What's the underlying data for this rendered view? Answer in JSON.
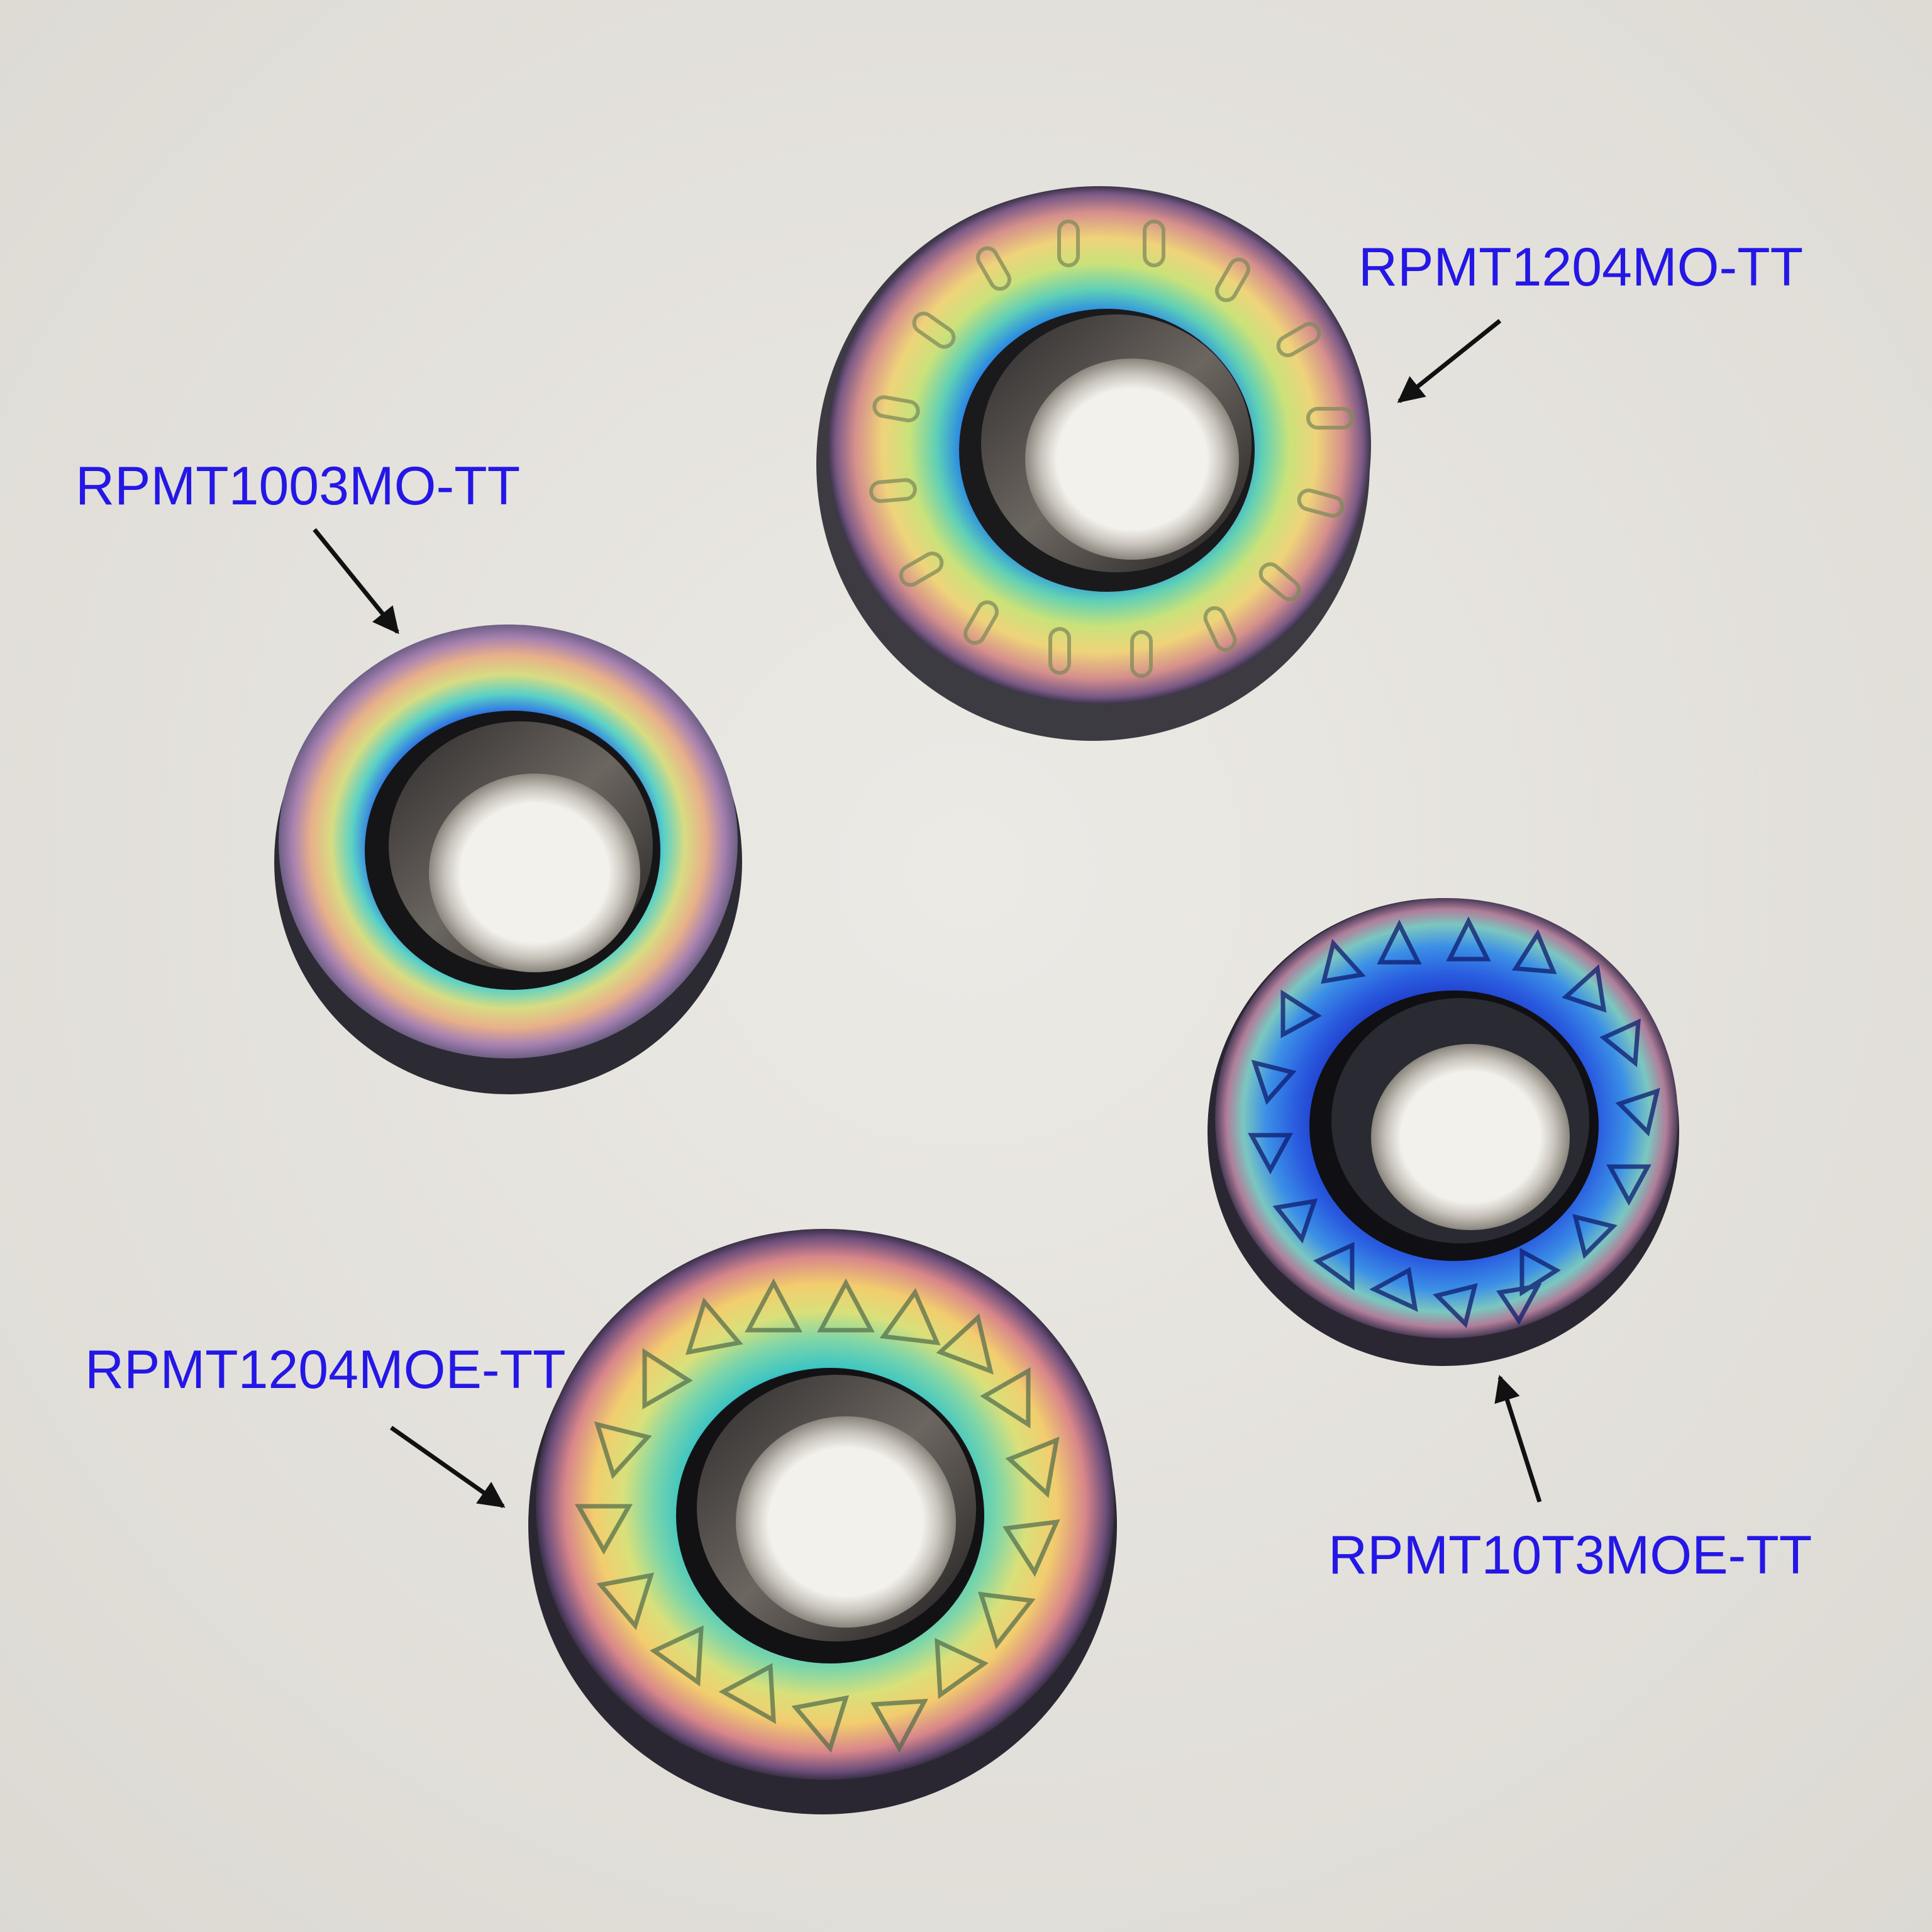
{
  "background_color": "#e4e2dd",
  "label_color": "#2417e6",
  "inserts": [
    {
      "label": "RPMT1204MO-TT",
      "chipbreaker": "oval-dimples",
      "tint": "gold-teal-blue"
    },
    {
      "label": "RPMT1003MO-TT",
      "chipbreaker": "none",
      "tint": "violet-gold-blue"
    },
    {
      "label": "RPMT1204MOE-TT",
      "chipbreaker": "triangular-bumps",
      "tint": "gold-teal-green"
    },
    {
      "label": "RPMT10T3MOE-TT",
      "chipbreaker": "triangular-bumps",
      "tint": "blue-violet"
    }
  ]
}
